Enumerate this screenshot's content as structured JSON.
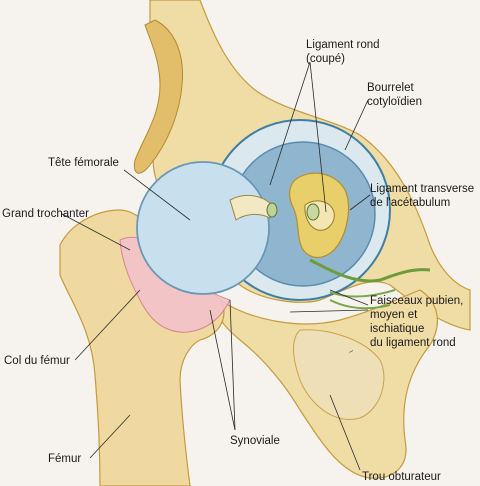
{
  "labels": {
    "ligament_rond": [
      "Ligament rond",
      "(coupé)"
    ],
    "bourrelet": [
      "Bourrelet",
      "cotyloïdien"
    ],
    "tete_femorale": "Tête fémorale",
    "ligament_transverse": [
      "Ligament transverse",
      "de l'acétabulum"
    ],
    "grand_trochanter": "Grand trochanter",
    "faisceaux": [
      "Faisceaux pubien,",
      "moyen et",
      "ischiatique",
      "du ligament rond"
    ],
    "col_femur": "Col du fémur",
    "synoviale": "Synoviale",
    "femur": "Fémur",
    "trou_obturateur": "Trou obturateur"
  },
  "colors": {
    "background": "#f6f3ee",
    "bone": "#efd9a0",
    "bone_shadow": "#c99a3a",
    "cartilage": "#bcd9e6",
    "cartilage_edge": "#5b8fb1",
    "synovial": "#f3c9cf",
    "ligament": "#e8d070",
    "text": "#1b1b1b"
  }
}
